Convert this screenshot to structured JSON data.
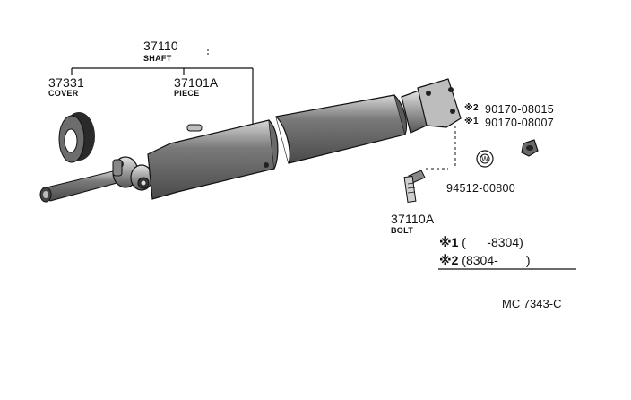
{
  "parts": {
    "shaft_assembly": {
      "number": "37110",
      "name": "SHAFT"
    },
    "cover": {
      "number": "37331",
      "name": "COVER"
    },
    "piece": {
      "number": "37101A",
      "name": "PIECE"
    },
    "bolt": {
      "number": "37110A",
      "name": "BOLT"
    },
    "bolt_variant_2": {
      "mark": "※2",
      "number": "90170-08015"
    },
    "bolt_variant_1": {
      "mark": "※1",
      "number": "90170-08007"
    },
    "washer": {
      "number": "94512-00800"
    }
  },
  "legend": [
    {
      "mark": "※1",
      "range": "(      -8304)"
    },
    {
      "mark": "※2",
      "range": "(8304-        )"
    }
  ],
  "diagram_code": "MC 7343-C",
  "colors": {
    "ink": "#111111",
    "paper": "#ffffff",
    "tone": "#9a9a9a"
  }
}
